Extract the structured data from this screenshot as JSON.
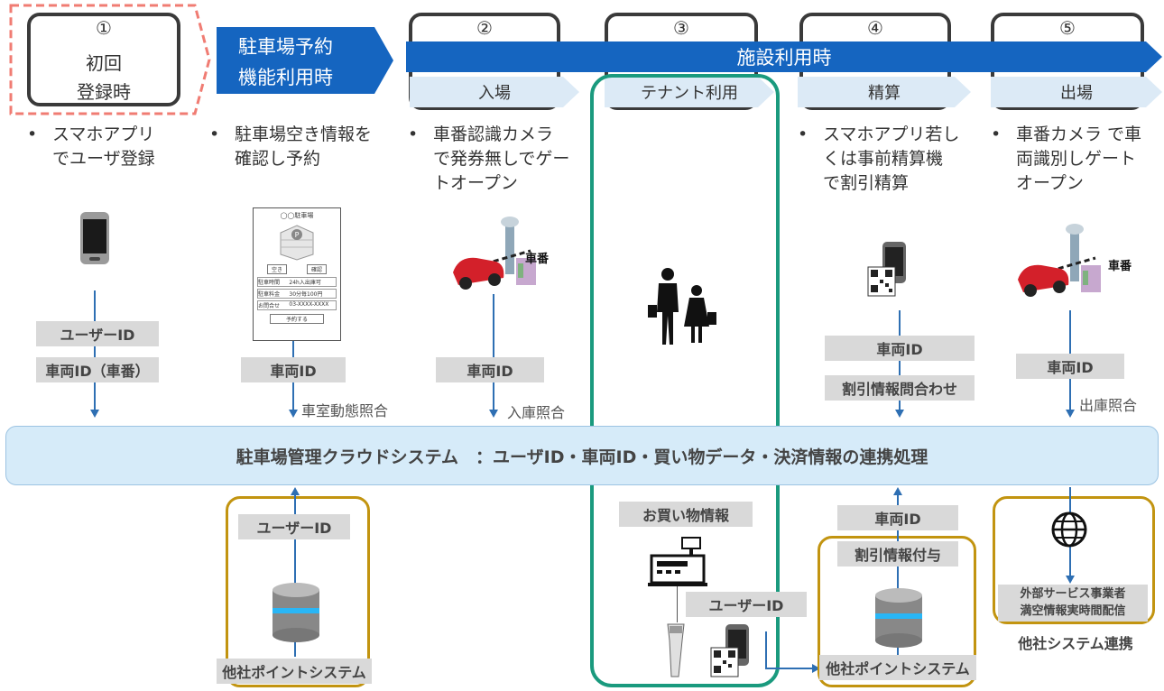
{
  "steps": {
    "s1": {
      "num": "①",
      "line1": "初回",
      "line2": "登録時"
    },
    "s2": {
      "num": "②"
    },
    "s3": {
      "num": "③"
    },
    "s4": {
      "num": "④"
    },
    "s5": {
      "num": "⑤"
    }
  },
  "headers": {
    "reservation_line1": "駐車場予約",
    "reservation_line2": "機能利用時",
    "facility_use": "施設利用時",
    "entry": "入場",
    "tenant": "テナント利用",
    "settlement": "精算",
    "exit": "出場"
  },
  "bullets": {
    "b1": "スマホアプリ\nでユーザ登録",
    "b2": "駐車場空き情報を\n確認し予約",
    "b3": "車番認識カメラ\nで発券無しでゲー\nトオープン",
    "b4": "スマホアプリ若し\nくは事前精算機\nで割引精算",
    "b5": "車番カメラ で車\n両識別しゲート\nオープン",
    "bullet_char": "•"
  },
  "tags": {
    "user_id": "ユーザーID",
    "vehicle_id_plate": "車両ID（車番）",
    "vehicle_id": "車両ID",
    "discount_inquiry": "割引情報問合わせ",
    "shopping_info": "お買い物情報",
    "discount_grant": "割引情報付与",
    "other_point_system": "他社ポイントシステム",
    "external_service": "外部サービス事業者\n満空情報実時間配信",
    "other_system_link": "他社システム連携"
  },
  "arrow_labels": {
    "vacancy_check": "車室動態照合",
    "entry_check": "入庫照合",
    "exit_check": "出庫照合"
  },
  "reservation_screen": {
    "title": "◯◯駐車場",
    "btn_left": "空き",
    "btn_right": "確認",
    "rows": [
      [
        "駐車時間",
        "24h入出庫可"
      ],
      [
        "駐車料金",
        "30分毎100円"
      ],
      [
        "お問合せ",
        "03-XXXX-XXXX"
      ]
    ],
    "confirm": "予約する"
  },
  "icon_labels": {
    "plate": "車番"
  },
  "cloud_system": "駐車場管理クラウドシステム　：ユーザID・車両ID・買い物データ・決済情報の連携処理",
  "colors": {
    "blue_header": "#1565c0",
    "chevron_fill": "#dceaf6",
    "cloud_fill": "#d6ebf9",
    "teal_border": "#1a9a7e",
    "gold_border": "#c29410",
    "dashed_red": "#f07c73",
    "arrow_blue": "#2e6fb3",
    "tag_gray": "#d9d9d9"
  }
}
